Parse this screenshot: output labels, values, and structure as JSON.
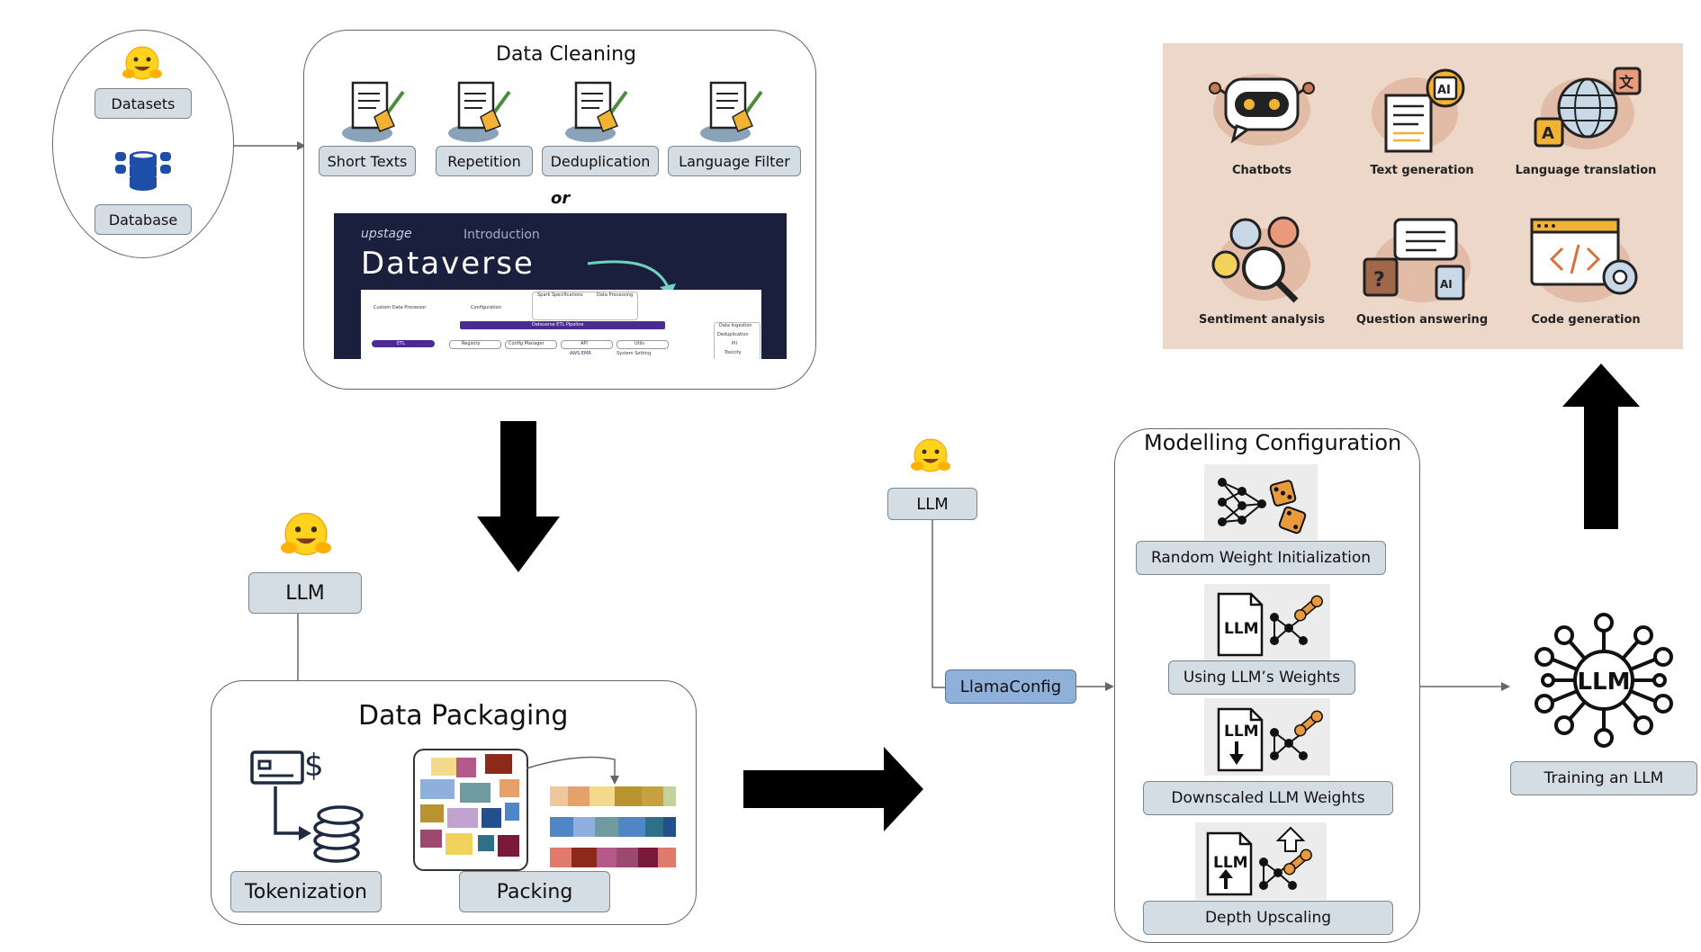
{
  "sources": {
    "datasets_label": "Datasets",
    "database_label": "Database"
  },
  "data_cleaning": {
    "title": "Data Cleaning",
    "steps": [
      "Short Texts",
      "Repetition",
      "Deduplication",
      "Language Filter"
    ],
    "or_label": "or",
    "dataverse": {
      "brand": "upstage",
      "intro": "Introduction",
      "title": "Dataverse",
      "mini": {
        "spark": "Spark Specifications",
        "data_processing": "Data Processing",
        "custom": "Custom Data Processor",
        "configuration": "Configuration",
        "pipeline": "Dataverse ETL Pipeline",
        "etl": "ETL",
        "registry": "Registry",
        "config_manager": "Config Manager",
        "api": "API",
        "utils": "Utils",
        "aws": "AWS EMR",
        "system": "System Setting",
        "ingestion": "Data Ingestion",
        "dedup": "Deduplication",
        "pii": "PII",
        "toxicity": "Toxicity"
      }
    }
  },
  "packaging": {
    "llm_label": "LLM",
    "title": "Data Packaging",
    "tokenization": "Tokenization",
    "packing": "Packing"
  },
  "config": {
    "llm_label": "LLM",
    "llamaconfig": "LlamaConfig",
    "title": "Modelling Configuration",
    "options": [
      "Random Weight Initialization",
      "Using LLM’s Weights",
      "Downscaled LLM Weights",
      "Depth Upscaling"
    ],
    "icon_text": "LLM"
  },
  "training": {
    "label": "Training an LLM",
    "icon_text": "LLM"
  },
  "applications": {
    "items": [
      "Chatbots",
      "Text generation",
      "Language translation",
      "Sentiment analysis",
      "Question answering",
      "Code generation"
    ]
  },
  "colors": {
    "pill_fill": "#d4dde3",
    "llamaconfig_fill": "#8fb0d9",
    "dataverse_bg": "#1a1f3d",
    "apps_bg": "#ecd7c9",
    "accent_teal": "#6fd3c4"
  }
}
